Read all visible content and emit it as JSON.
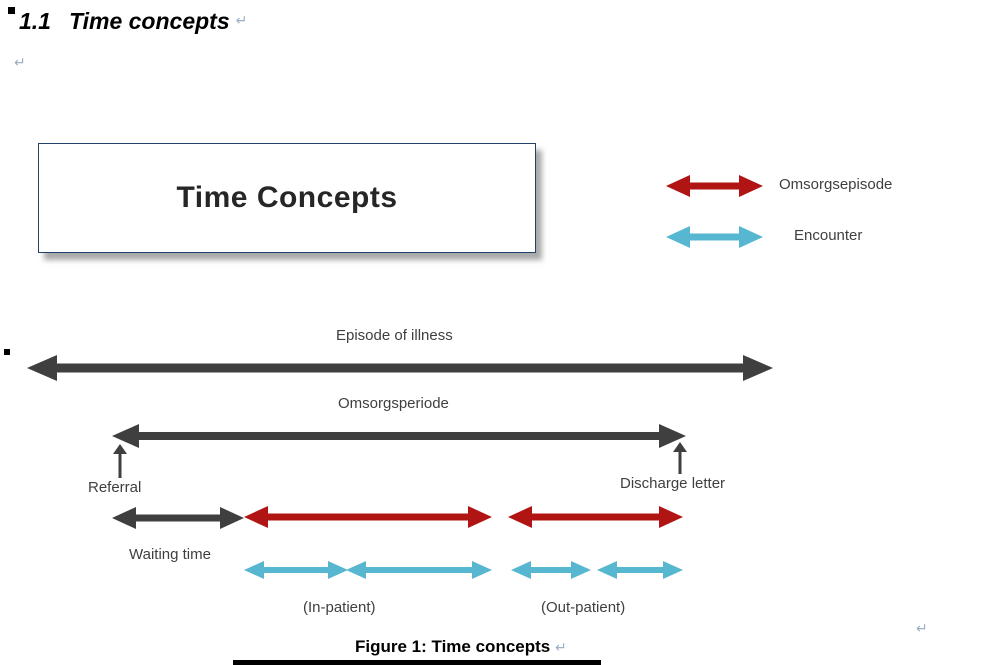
{
  "heading": {
    "number": "1.1",
    "title": "Time concepts",
    "mark": "↵"
  },
  "paragraph_mark": "↵",
  "title_box": {
    "label": "Time Concepts"
  },
  "legend": {
    "items": [
      {
        "label": "Omsorgsepisode",
        "color": "#b01513"
      },
      {
        "label": "Encounter",
        "color": "#57b7d1"
      }
    ]
  },
  "diagram": {
    "colors": {
      "dark_arrow": "#3f3f3f",
      "red_arrow": "#b01513",
      "cyan_arrow": "#57b7d1"
    },
    "episode_of_illness": "Episode of illness",
    "omsorgsperiode": "Omsorgsperiode",
    "referral": "Referral",
    "discharge_letter": "Discharge letter",
    "waiting_time": "Waiting time",
    "in_patient": "(In-patient)",
    "out_patient": "(Out-patient)"
  },
  "caption": {
    "text": "Figure 1: Time concepts",
    "mark": "↵"
  },
  "trailing_mark": "↵"
}
